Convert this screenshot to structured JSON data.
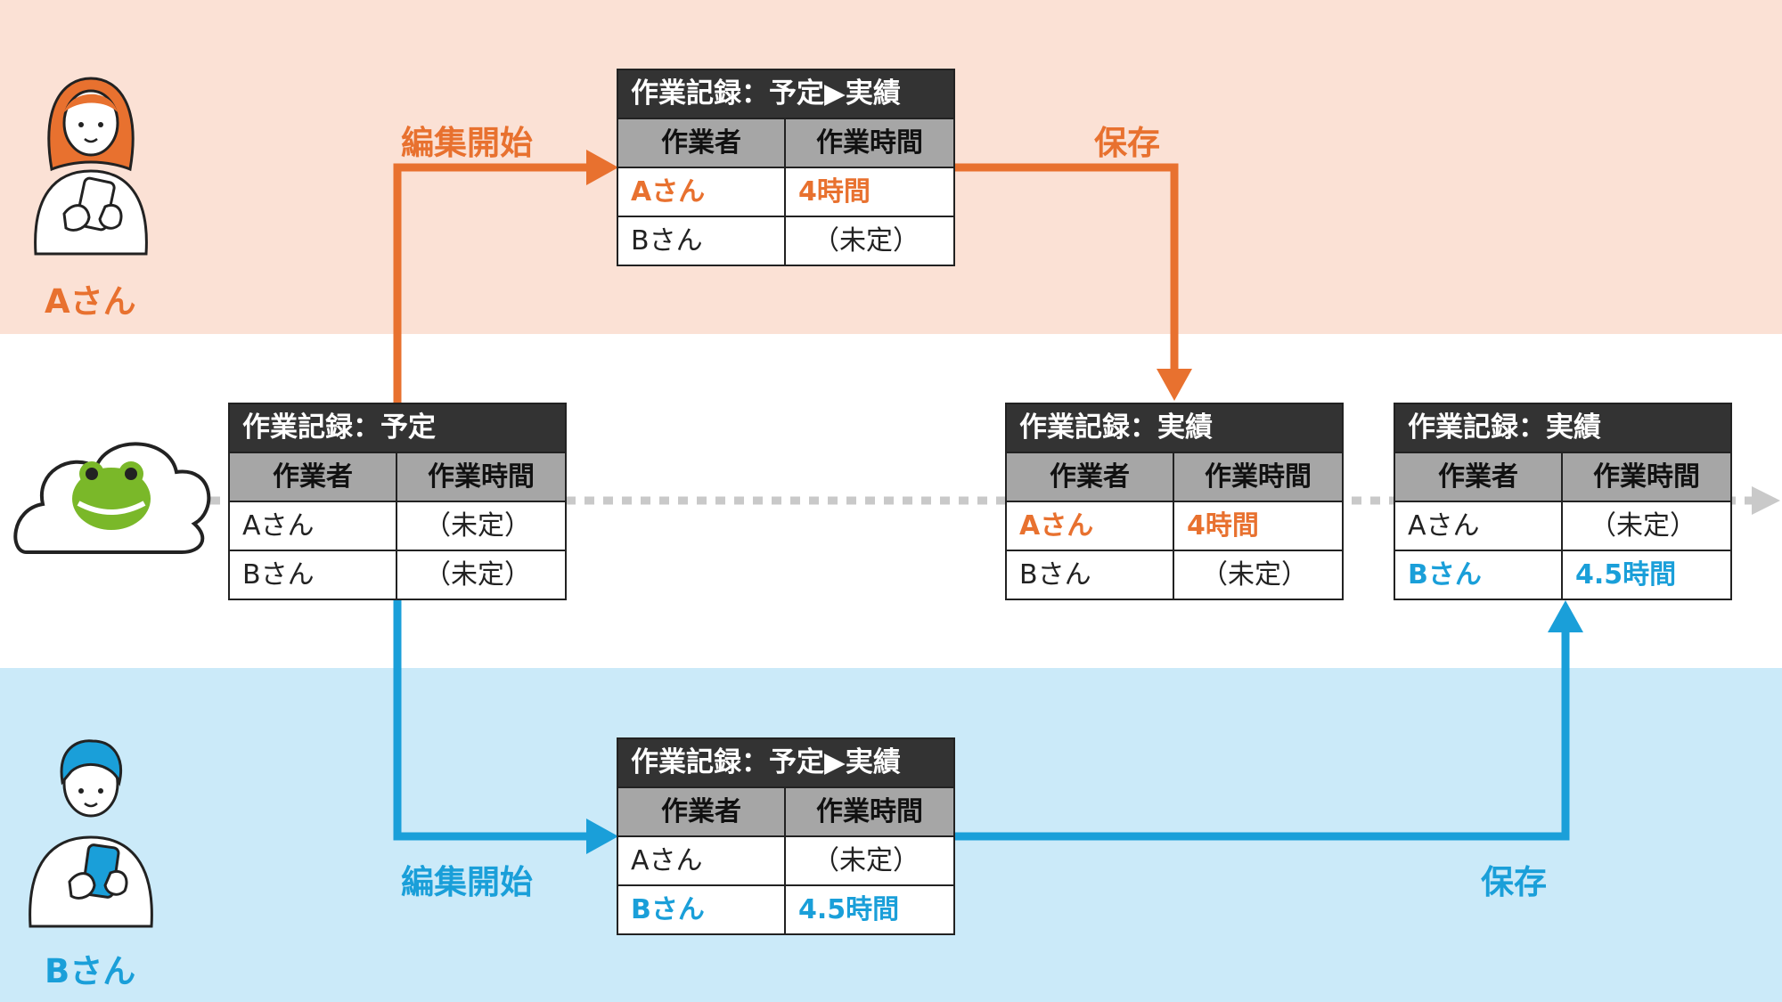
{
  "users": {
    "a": {
      "label": "Aさん"
    },
    "b": {
      "label": "Bさん"
    }
  },
  "flow_labels": {
    "a_edit": "編集開始",
    "a_save": "保存",
    "b_edit": "編集開始",
    "b_save": "保存"
  },
  "tables": {
    "server_initial": {
      "title": "作業記録：予定",
      "headers": [
        "作業者",
        "作業時間"
      ],
      "rows": [
        [
          "Aさん",
          "（未定）"
        ],
        [
          "Bさん",
          "（未定）"
        ]
      ]
    },
    "a_editing": {
      "title": "作業記録：予定▶実績",
      "headers": [
        "作業者",
        "作業時間"
      ],
      "rows": [
        [
          "Aさん",
          "4時間"
        ],
        [
          "Bさん",
          "（未定）"
        ]
      ]
    },
    "b_editing": {
      "title": "作業記録：予定▶実績",
      "headers": [
        "作業者",
        "作業時間"
      ],
      "rows": [
        [
          "Aさん",
          "（未定）"
        ],
        [
          "Bさん",
          "4.5時間"
        ]
      ]
    },
    "server_after_a": {
      "title": "作業記録：実績",
      "headers": [
        "作業者",
        "作業時間"
      ],
      "rows": [
        [
          "Aさん",
          "4時間"
        ],
        [
          "Bさん",
          "（未定）"
        ]
      ]
    },
    "server_after_b": {
      "title": "作業記録：実績",
      "headers": [
        "作業者",
        "作業時間"
      ],
      "rows": [
        [
          "Aさん",
          "（未定）"
        ],
        [
          "Bさん",
          "4.5時間"
        ]
      ]
    }
  },
  "colors": {
    "user_a": "#e8712f",
    "user_b": "#1a9fd9",
    "band_a": "#fbe1d5",
    "band_b": "#cbeaf9",
    "timeline": "#c9c9c9"
  }
}
